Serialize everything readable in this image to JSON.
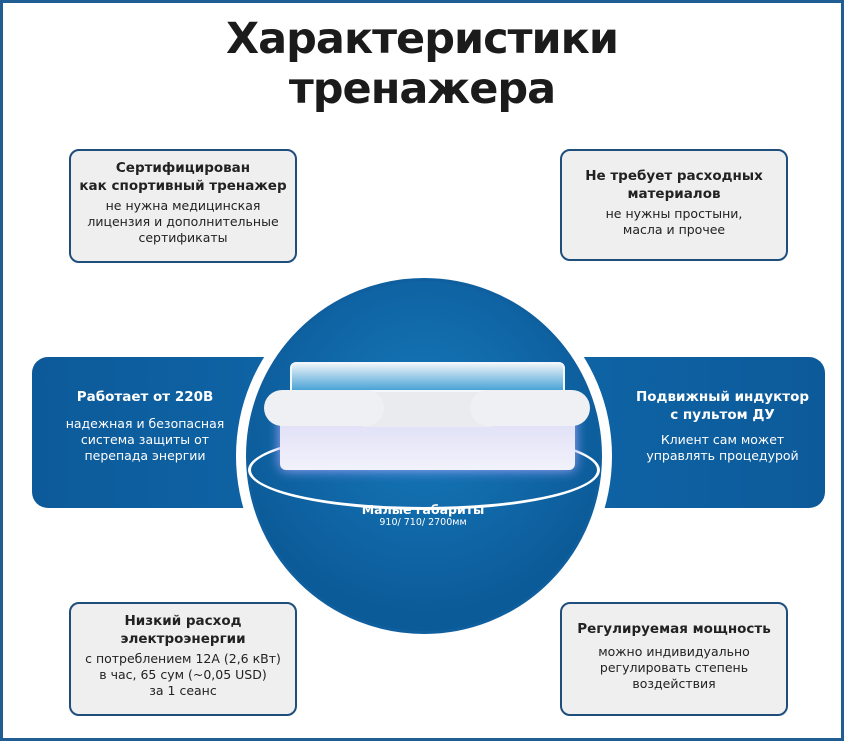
{
  "title": {
    "line1": "Характеристики",
    "line2": "тренажера"
  },
  "features": {
    "certified": {
      "title1": "Сертифицирован",
      "title2": "как спортивный тренажер",
      "desc1": "не нужна медицинская",
      "desc2": "лицензия и дополнительные",
      "desc3": "сертификаты"
    },
    "no_consumables": {
      "title1": "Не требует расходных",
      "title2": "материалов",
      "desc1": "не нужны простыни,",
      "desc2": "масла и прочее"
    },
    "voltage": {
      "title": "Работает от 220В",
      "desc1": "надежная и безопасная",
      "desc2": "система защиты от",
      "desc3": "перепада энергии"
    },
    "inductor": {
      "title1": "Подвижный индуктор",
      "title2": "с пультом ДУ",
      "desc1": "Клиент сам может",
      "desc2": "управлять процедурой"
    },
    "size": {
      "title": "Малые габариты",
      "desc": "910/ 710/ 2700мм"
    },
    "low_power": {
      "title1": "Низкий расход",
      "title2": "электроэнергии",
      "desc1": "с потреблением 12А (2,6 кВт)",
      "desc2": "в час, 65 сум (~0,05 USD)",
      "desc3": "за 1 сеанс"
    },
    "adjustable": {
      "title": "Регулируемая мощность",
      "desc1": "можно индивидуально",
      "desc2": "регулировать степень",
      "desc3": "воздействия"
    }
  },
  "colors": {
    "brand": "#0e6aab",
    "border": "#1f4e7d"
  }
}
